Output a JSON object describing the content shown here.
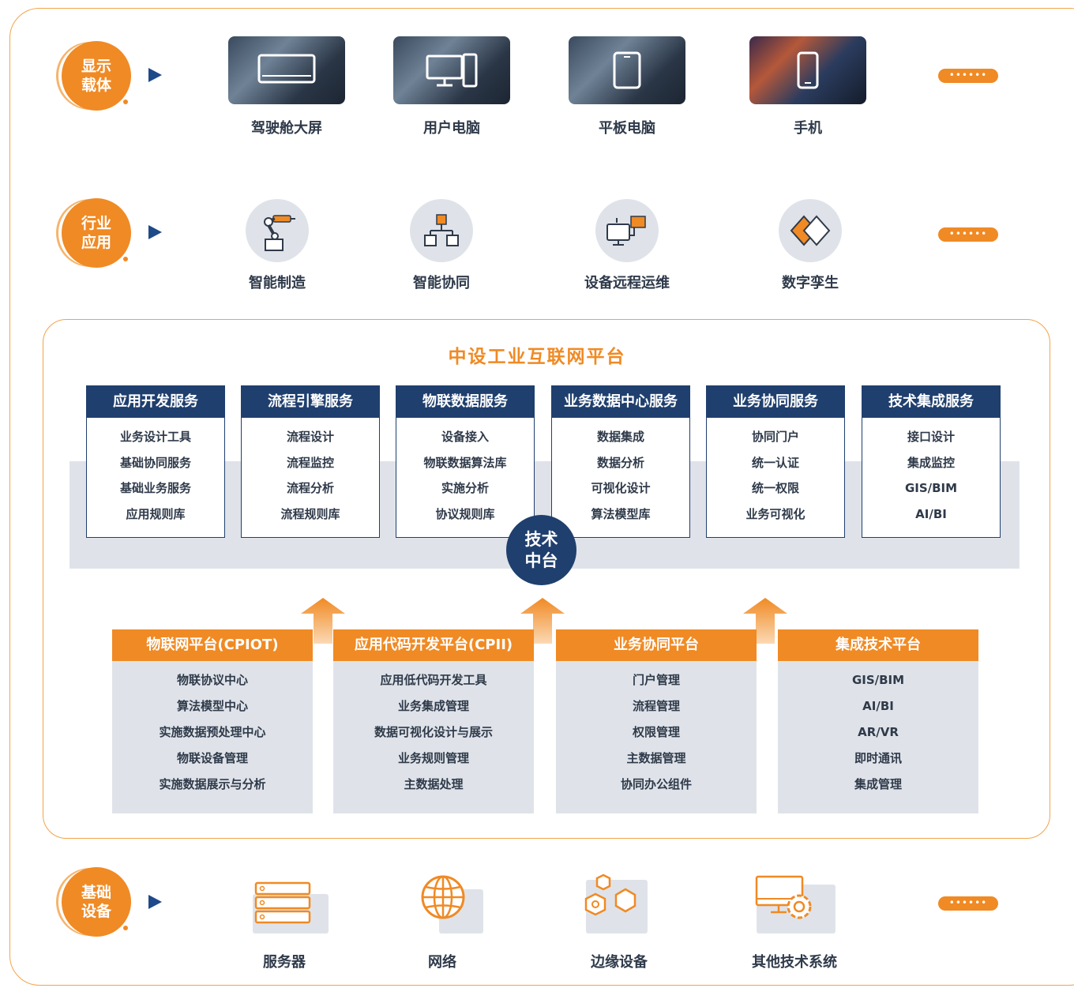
{
  "rows": {
    "display": {
      "badge": "显示载体",
      "more": "••••••",
      "items": [
        {
          "label": "驾驶舱大屏",
          "icon": "monitor-icon"
        },
        {
          "label": "用户电脑",
          "icon": "desktop-computer-icon"
        },
        {
          "label": "平板电脑",
          "icon": "tablet-icon"
        },
        {
          "label": "手机",
          "icon": "mobile-phone-icon"
        }
      ]
    },
    "industry": {
      "badge": "行业应用",
      "more": "••••••",
      "items": [
        {
          "label": "智能制造",
          "icon": "robot-arm-icon"
        },
        {
          "label": "智能协同",
          "icon": "org-chart-icon"
        },
        {
          "label": "设备远程运维",
          "icon": "remote-device-icon"
        },
        {
          "label": "数字孪生",
          "icon": "twin-diamonds-icon"
        }
      ]
    },
    "infrastructure": {
      "badge": "基础设备",
      "more": "••••••",
      "items": [
        {
          "label": "服务器",
          "icon": "server-icon"
        },
        {
          "label": "网络",
          "icon": "globe-icon"
        },
        {
          "label": "边缘设备",
          "icon": "hexagons-icon"
        },
        {
          "label": "其他技术系统",
          "icon": "monitor-gear-icon"
        }
      ]
    }
  },
  "platform": {
    "title": "中设工业互联网平台",
    "hub_label": "技术中台",
    "services": [
      {
        "title": "应用开发服务",
        "items": [
          "业务设计工具",
          "基础协同服务",
          "基础业务服务",
          "应用规则库"
        ]
      },
      {
        "title": "流程引擎服务",
        "items": [
          "流程设计",
          "流程监控",
          "流程分析",
          "流程规则库"
        ]
      },
      {
        "title": "物联数据服务",
        "items": [
          "设备接入",
          "物联数据算法库",
          "实施分析",
          "协议规则库"
        ]
      },
      {
        "title": "业务数据中心服务",
        "items": [
          "数据集成",
          "数据分析",
          "可视化设计",
          "算法模型库"
        ]
      },
      {
        "title": "业务协同服务",
        "items": [
          "协同门户",
          "统一认证",
          "统一权限",
          "业务可视化"
        ]
      },
      {
        "title": "技术集成服务",
        "items": [
          "接口设计",
          "集成监控",
          "GIS/BIM",
          "AI/BI"
        ]
      }
    ],
    "sub_platforms": [
      {
        "title": "物联网平台(CPIOT)",
        "items": [
          "物联协议中心",
          "算法模型中心",
          "实施数据预处理中心",
          "物联设备管理",
          "实施数据展示与分析"
        ]
      },
      {
        "title": "应用代码开发平台(CPII)",
        "items": [
          "应用低代码开发工具",
          "业务集成管理",
          "数据可视化设计与展示",
          "业务规则管理",
          "主数据处理"
        ]
      },
      {
        "title": "业务协同平台",
        "items": [
          "门户管理",
          "流程管理",
          "权限管理",
          "主数据管理",
          "协同办公组件"
        ]
      },
      {
        "title": "集成技术平台",
        "items": [
          "GIS/BIM",
          "AI/BI",
          "AR/VR",
          "即时通讯",
          "集成管理"
        ]
      }
    ]
  },
  "colors": {
    "accent": "#f08a24",
    "navy": "#1f3f6e",
    "gray": "#dfe3e9",
    "text": "#2f3a4a"
  }
}
